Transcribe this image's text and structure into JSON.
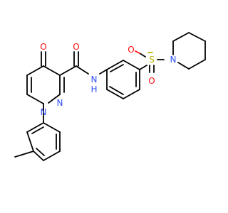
{
  "colors": {
    "background": "#ffffff",
    "carbon_bond": "#000000",
    "oxygen": "#ff0d0d",
    "nitrogen": "#3050f8",
    "sulfur": "#b2b200"
  },
  "atoms": {
    "carbonyl_o_ring": "O",
    "amide_o": "O",
    "amide_n": "N",
    "amide_h": "H",
    "ring_n1": "N",
    "ring_n2": "N",
    "sulfonyl_s": "S",
    "sulfonyl_o_left": "O",
    "sulfonyl_o_bottom": "O",
    "piperidine_n": "N"
  }
}
